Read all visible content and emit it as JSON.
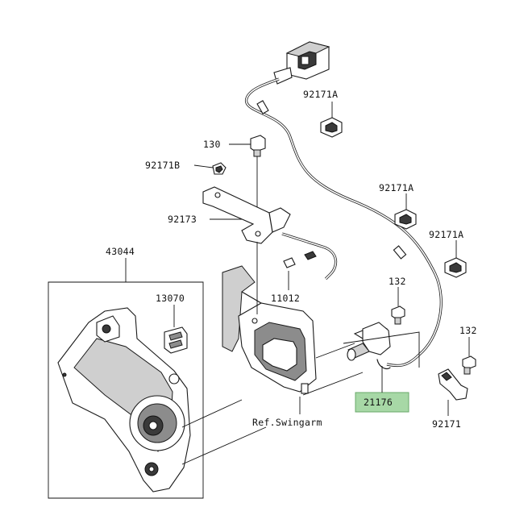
{
  "labels": {
    "p92171A_top": "92171A",
    "p130": "130",
    "p92171B": "92171B",
    "p92171A_mid": "92171A",
    "p92171A_right": "92171A",
    "p92173": "92173",
    "p43044": "43044",
    "p13070": "13070",
    "p11012": "11012",
    "p132_mid": "132",
    "p132_right": "132",
    "p21176": "21176",
    "ref_swingarm": "Ref.Swingarm",
    "p92171": "92171"
  },
  "colors": {
    "highlight_fill": "#a7d8a6",
    "line": "#1a1a1a",
    "background": "#ffffff"
  }
}
